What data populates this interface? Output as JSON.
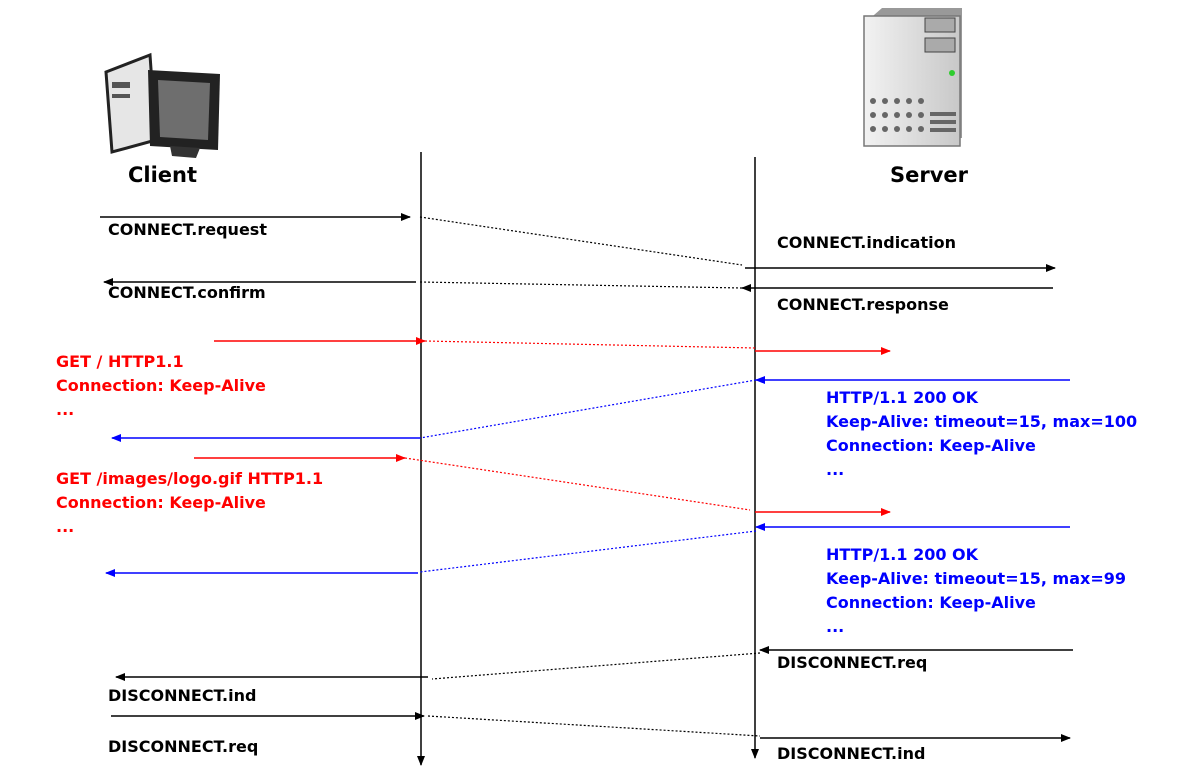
{
  "actors": {
    "client": {
      "label": "Client",
      "icon": "desktop-computer-icon"
    },
    "server": {
      "label": "Server",
      "icon": "server-tower-icon"
    }
  },
  "colors": {
    "primitive": "#000000",
    "request": "#ff0000",
    "response": "#0000ff"
  },
  "labels": {
    "connect_request": "CONNECT.request",
    "connect_indication": "CONNECT.indication",
    "connect_confirm": "CONNECT.confirm",
    "connect_response": "CONNECT.response",
    "get1": [
      "GET / HTTP1.1",
      "Connection: Keep-Alive",
      "..."
    ],
    "resp1": [
      "HTTP/1.1 200 OK",
      "Keep-Alive: timeout=15, max=100",
      "Connection: Keep-Alive",
      "..."
    ],
    "get2": [
      "GET /images/logo.gif HTTP1.1",
      "Connection: Keep-Alive",
      "..."
    ],
    "resp2": [
      "HTTP/1.1 200 OK",
      "Keep-Alive: timeout=15, max=99",
      "Connection: Keep-Alive",
      "..."
    ],
    "disconnect_req_server": "DISCONNECT.req",
    "disconnect_ind_client": "DISCONNECT.ind",
    "disconnect_req_client": "DISCONNECT.req",
    "disconnect_ind_server": "DISCONNECT.ind"
  }
}
